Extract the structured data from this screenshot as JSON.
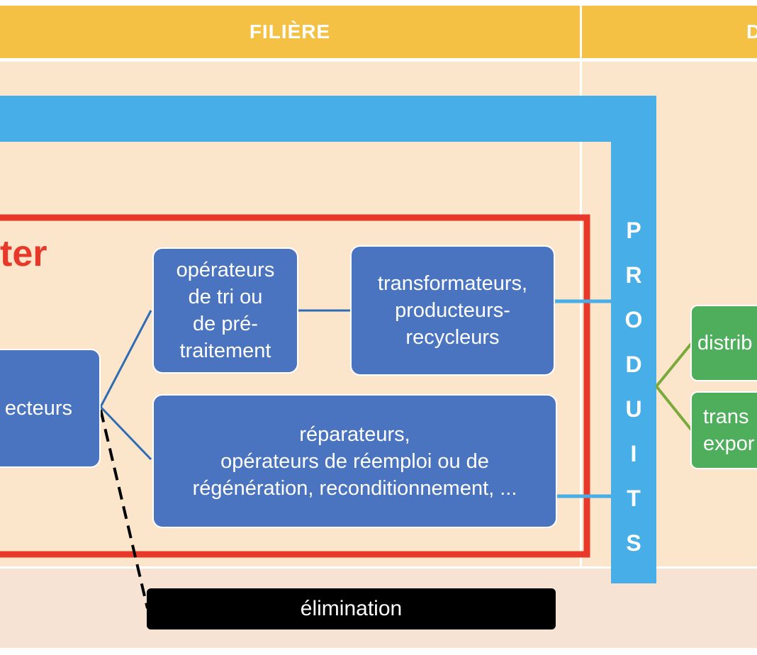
{
  "header": {
    "left_label": "FILIÈRE",
    "right_label": "D"
  },
  "red_title_fragment": "ter",
  "boxes": {
    "collectors": "ecteurs",
    "sorting": "opérateurs\nde tri ou\nde pré-\ntraitement",
    "transformers": "transformateurs,\nproducteurs-\nrecycleurs",
    "repairers": "réparateurs,\nopérateurs de réemploi ou de\nrégénération, reconditionnement, ...",
    "distrib": "distrib",
    "transport": "trans\nexpor"
  },
  "products_letters": [
    "P",
    "R",
    "O",
    "D",
    "U",
    "I",
    "T",
    "S"
  ],
  "elimination": "élimination",
  "colors": {
    "header": "#F4C145",
    "zone": "#FBE5CB",
    "blue_pipe": "#47AEE7",
    "red_frame": "#E8382A",
    "box_blue": "#4A73C0",
    "box_green": "#4EAE5B"
  }
}
